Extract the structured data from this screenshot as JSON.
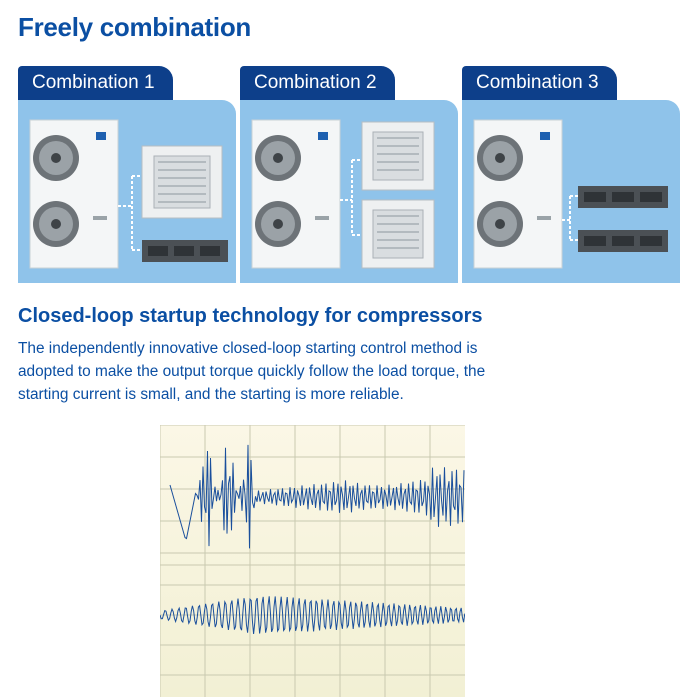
{
  "title": "Freely combination",
  "combinations": [
    {
      "label": "Combination 1",
      "indoor_units": [
        "cassette",
        "duct"
      ]
    },
    {
      "label": "Combination 2",
      "indoor_units": [
        "cassette",
        "cassette"
      ]
    },
    {
      "label": "Combination 3",
      "indoor_units": [
        "duct",
        "duct"
      ]
    }
  ],
  "section": {
    "title": "Closed-loop startup technology for compressors",
    "description": "The independently innovative closed-loop starting control method is adopted to make the output torque quickly follow the load torque, the starting current is small, and the starting is more reliable."
  },
  "colors": {
    "heading": "#0b4fa3",
    "tab": "#0d3f8a",
    "panel": "#8fc3ea",
    "wave": "#1a4f9c"
  }
}
